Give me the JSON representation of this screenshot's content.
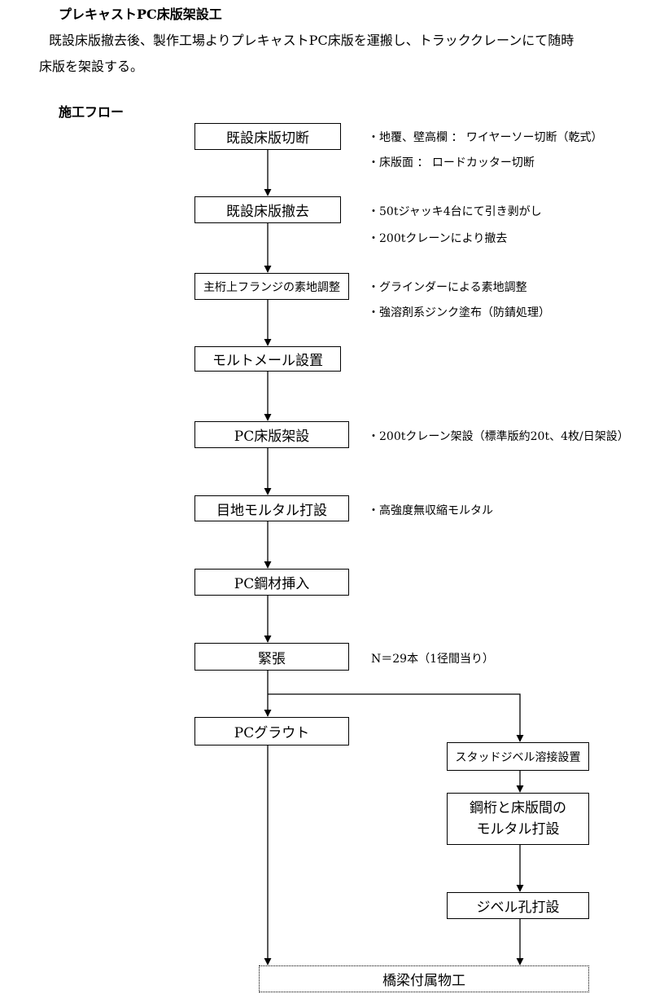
{
  "section_title": "プレキャストPC床版架設工",
  "intro": {
    "line1": "既設床版撤去後、製作工場よりプレキャストPC床版を運搬し、トラッククレーンにて随時",
    "line2": "床版を架設する。"
  },
  "flow_heading": "施工フロー",
  "steps": [
    {
      "label": "既設床版切断"
    },
    {
      "label": "既設床版撤去"
    },
    {
      "label": "主桁上フランジの素地調整"
    },
    {
      "label": "モルトメール設置"
    },
    {
      "label": "PC床版架設"
    },
    {
      "label": "目地モルタル打設"
    },
    {
      "label": "PC鋼材挿入"
    },
    {
      "label": "緊張"
    },
    {
      "label": "PCグラウト"
    },
    {
      "label": "スタッドジベル溶接設置"
    },
    {
      "label_line1": "鋼桁と床版間の",
      "label_line2": "モルタル打設"
    },
    {
      "label": "ジベル孔打設"
    },
    {
      "label": "橋梁付属物工"
    }
  ],
  "notes": {
    "cut_1": "・地覆、壁高欄 ： ワイヤーソー切断（乾式）",
    "cut_2": "・床版面 ： ロードカッター切断",
    "remove_1": "・50tジャッキ4台にて引き剥がし",
    "remove_2": "・200tクレーンにより撤去",
    "prep_1": "・グラインダーによる素地調整",
    "prep_2": "・強溶剤系ジンク塗布（防錆処理）",
    "erect_1": "・200tクレーン架設（標準版約20t、4枚/日架設）",
    "mortar_1": "・高強度無収縮モルタル",
    "tension_1": "N＝29本（1径間当り）"
  }
}
